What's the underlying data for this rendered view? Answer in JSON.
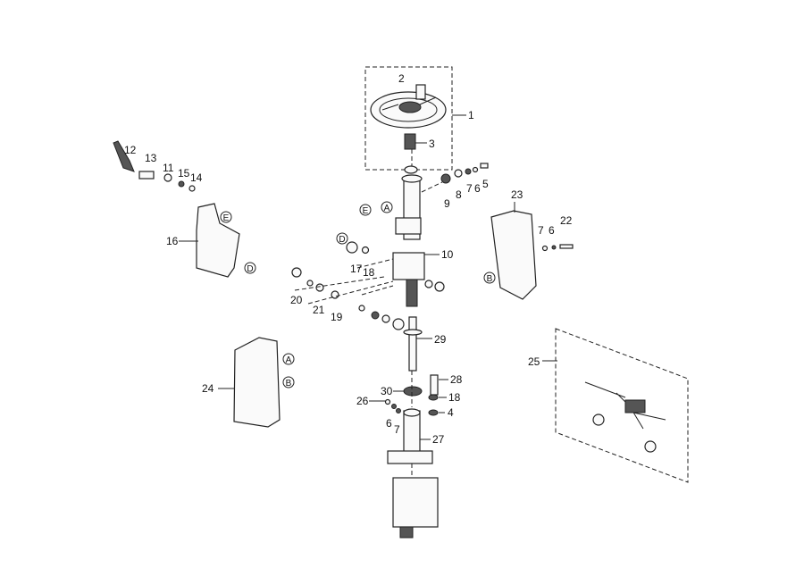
{
  "diagram": {
    "callouts": [
      "1",
      "2",
      "3",
      "4",
      "5",
      "6",
      "7",
      "8",
      "9",
      "10",
      "11",
      "12",
      "13",
      "14",
      "15",
      "16",
      "17",
      "18",
      "19",
      "20",
      "21",
      "22",
      "23",
      "24",
      "25",
      "26",
      "27",
      "28",
      "29",
      "30",
      "18",
      "6",
      "7",
      "6",
      "7"
    ],
    "reference_letters": [
      "A",
      "B",
      "D",
      "E"
    ]
  }
}
